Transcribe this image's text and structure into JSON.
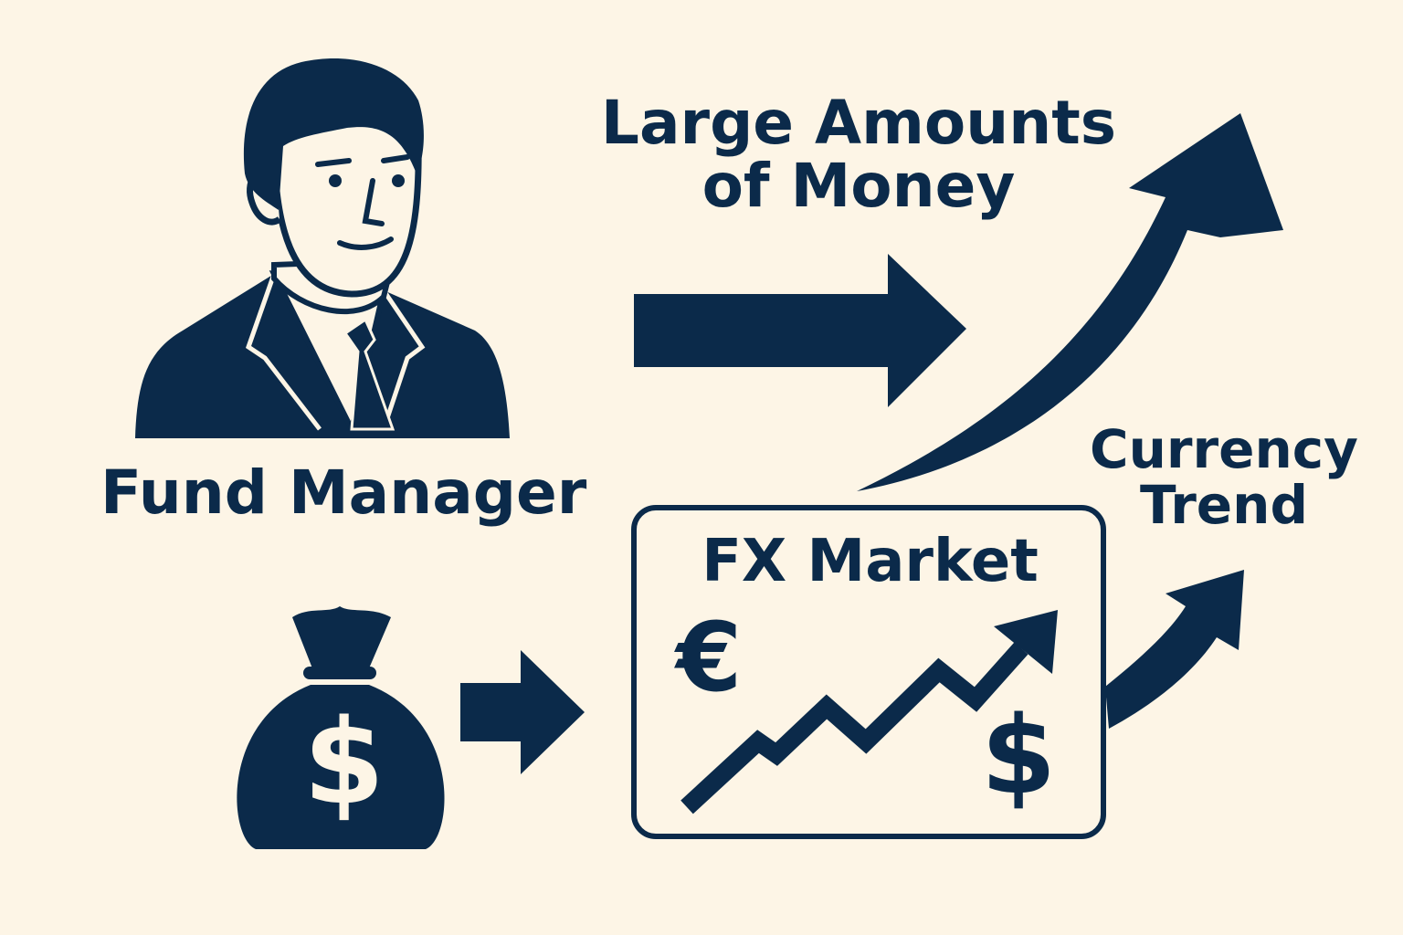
{
  "labels": {
    "fund_manager": "Fund Manager",
    "large_amounts_line1": "Large Amounts",
    "large_amounts_line2": "of Money",
    "fx_market": "FX Market",
    "currency_trend_line1": "Currency",
    "currency_trend_line2": "Trend"
  },
  "symbols": {
    "euro": "€",
    "dollar_fx": "$",
    "dollar_bag": "$"
  },
  "colors": {
    "ink": "#0b2a4a",
    "background": "#fdf5e6"
  }
}
